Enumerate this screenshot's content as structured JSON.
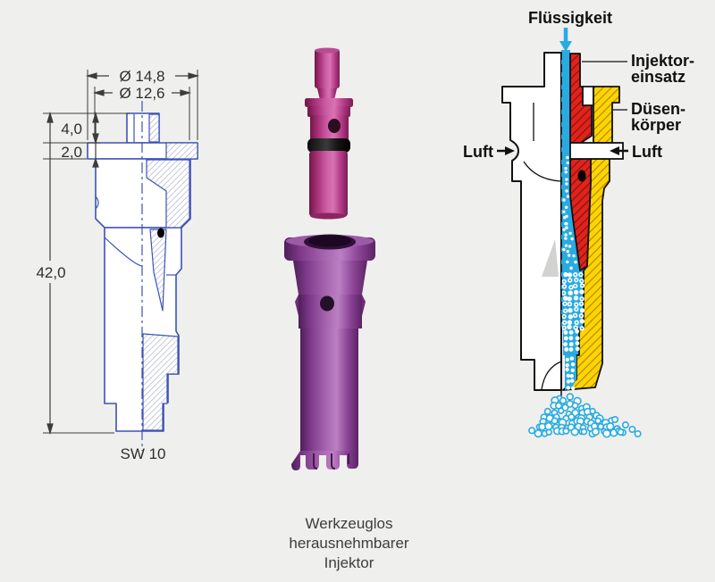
{
  "left_drawing": {
    "dim_outer_diameter": "Ø 14,8",
    "dim_inner_diameter": "Ø 12,6",
    "dim_shoulder_height": "4,0",
    "dim_flange_thickness": "2,0",
    "dim_total_length": "42,0",
    "wrench_size": "SW 10",
    "outline_color": "#3d52b5"
  },
  "photo": {
    "caption_lines": [
      "Werkzeuglos",
      "herausnehmbarer",
      "Injektor"
    ]
  },
  "diagram": {
    "label_liquid": "Flüssigkeit",
    "label_insert": [
      "Injektor-",
      "einsatz"
    ],
    "label_body": [
      "Düsen-",
      "körper"
    ],
    "label_air_left": "Luft",
    "label_air_right": "Luft",
    "colors": {
      "liquid": "#29abe2",
      "insert_red": "#e0231c",
      "body_yellow": "#ffd400"
    }
  }
}
